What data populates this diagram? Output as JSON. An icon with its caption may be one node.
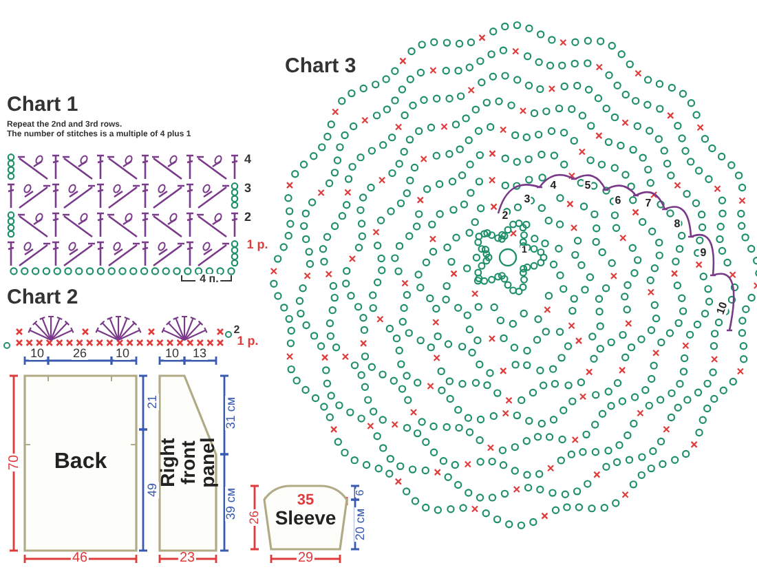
{
  "diagram": {
    "nodes": [
      {
        "text": [
          "Back"
        ]
      },
      {
        "text": [
          "Right front panel"
        ]
      },
      {
        "text": [
          "Sleeve"
        ]
      }
    ],
    "labels": [
      "Chart 3",
      "Chart 1",
      "Repeat the 2nd and 3rd rows.",
      "The number of stitches is a multiple of 4 plus 1",
      "4",
      "3",
      "2",
      "1 p.",
      "4 п.",
      "Chart 2",
      "2",
      "1 p.",
      "10",
      "26",
      "10",
      "10",
      "13",
      "70",
      "21",
      "49",
      "31 см",
      "39 см",
      "26",
      "35",
      "6",
      "20 см",
      "46",
      "23",
      "29",
      "1",
      "2",
      "3",
      "4",
      "5",
      "6",
      "7",
      "8",
      "9",
      "10"
    ]
  }
}
